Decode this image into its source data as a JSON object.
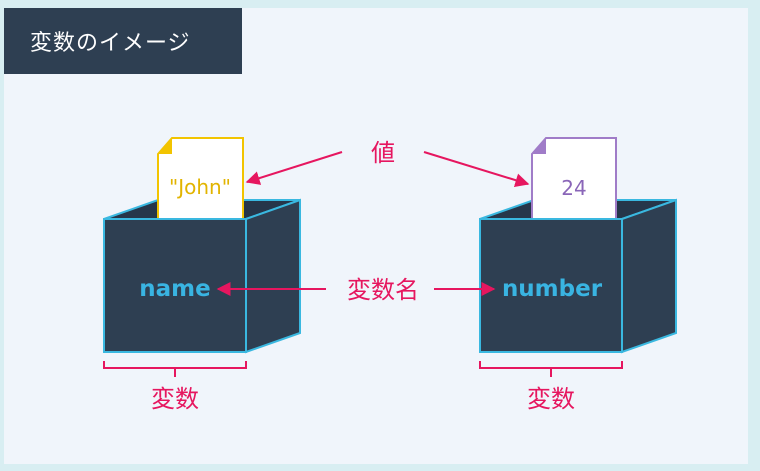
{
  "header": {
    "title": "変数のイメージ"
  },
  "labels": {
    "value": "値",
    "variable_name": "変数名"
  },
  "variables": [
    {
      "name": "name",
      "value": "\"John\"",
      "caption": "変数"
    },
    {
      "name": "number",
      "value": "24",
      "caption": "変数"
    }
  ],
  "colors": {
    "title_bg": "#2e3f52",
    "box_fill": "#2e3f52",
    "box_edge": "#3ab8e0",
    "name_text": "#39b4e2",
    "accent": "#e6165f",
    "note_yellow": "#f2c400",
    "note_purple": "#a07cc8"
  }
}
